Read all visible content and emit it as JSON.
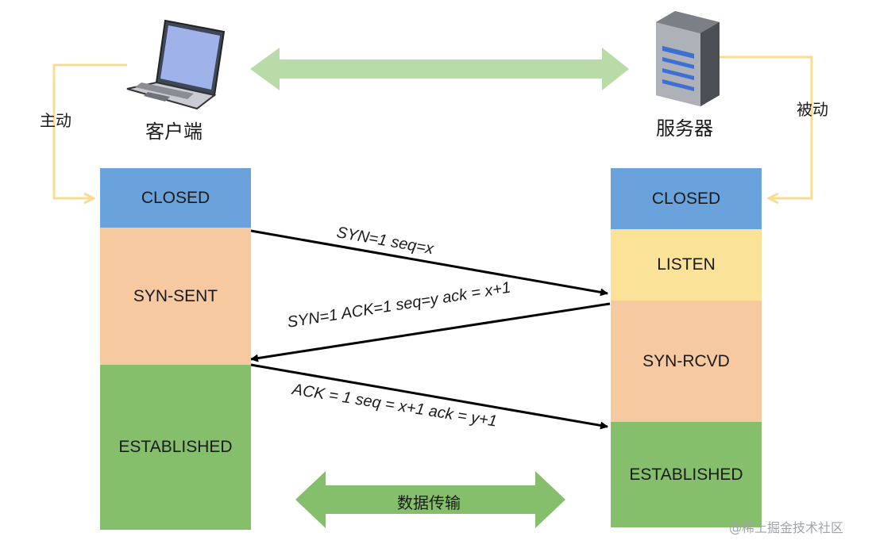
{
  "client": {
    "label": "客户端",
    "side_label": "主动"
  },
  "server": {
    "label": "服务器",
    "side_label": "被动"
  },
  "client_states": [
    "CLOSED",
    "SYN-SENT",
    "ESTABLISHED"
  ],
  "server_states": [
    "CLOSED",
    "LISTEN",
    "SYN-RCVD",
    "ESTABLISHED"
  ],
  "messages": {
    "syn": "SYN=1  seq=x",
    "syn_ack": "SYN=1 ACK=1 seq=y ack = x+1",
    "ack": "ACK = 1 seq = x+1 ack = y+1"
  },
  "data_transfer": "数据传输",
  "watermark": "@稀土掘金技术社区",
  "colors": {
    "closed": "#6aa3db",
    "listen": "#fae399",
    "syn": "#f6c9a0",
    "established": "#86bf6c",
    "top_arrow": "#b9dba7",
    "bottom_arrow": "#86bf6c",
    "side_arrow": "#f7dc92"
  },
  "icons": {
    "client": "laptop-icon",
    "server": "server-tower-icon"
  }
}
